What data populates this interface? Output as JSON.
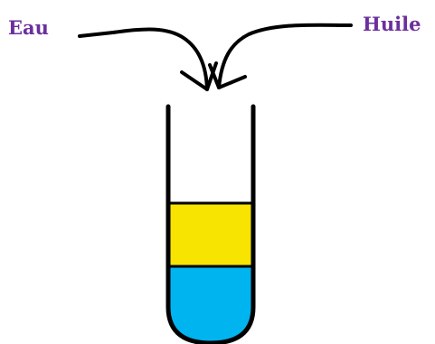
{
  "labels": {
    "left": "Eau",
    "right": "Huile"
  },
  "layers": [
    {
      "name": "top-layer",
      "color": "#f7e400"
    },
    {
      "name": "bottom-layer",
      "color": "#00b4ef"
    }
  ],
  "colors": {
    "label_text": "#6b2f9e",
    "outline": "#000000"
  }
}
